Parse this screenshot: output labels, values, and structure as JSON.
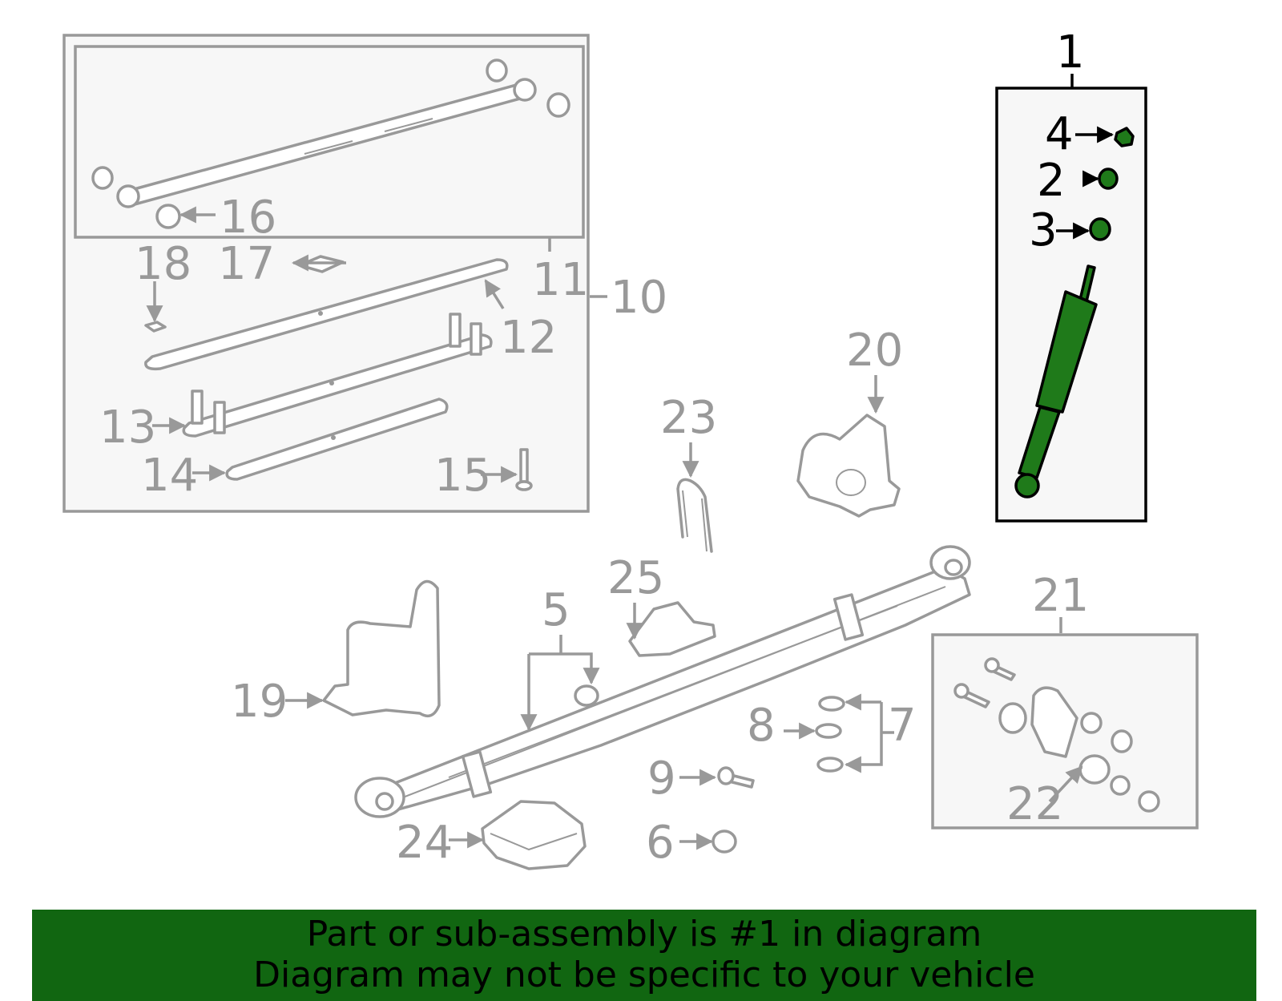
{
  "colors": {
    "highlight_part": "#1f7a1a",
    "banner_background": "#116611",
    "line_gray": "#999999",
    "box_fill": "#f7f7f7"
  },
  "callouts": {
    "c1": "1",
    "c2": "2",
    "c3": "3",
    "c4": "4",
    "c5": "5",
    "c6": "6",
    "c7": "7",
    "c8": "8",
    "c9": "9",
    "c10": "10",
    "c11": "11",
    "c12": "12",
    "c13": "13",
    "c14": "14",
    "c15": "15",
    "c16": "16",
    "c17": "17",
    "c18": "18",
    "c19": "19",
    "c20": "20",
    "c21": "21",
    "c22": "22",
    "c23": "23",
    "c24": "24",
    "c25": "25"
  },
  "banner": {
    "line1": "Part or sub-assembly is #1 in diagram",
    "line2": "Diagram may not be specific to your vehicle"
  }
}
